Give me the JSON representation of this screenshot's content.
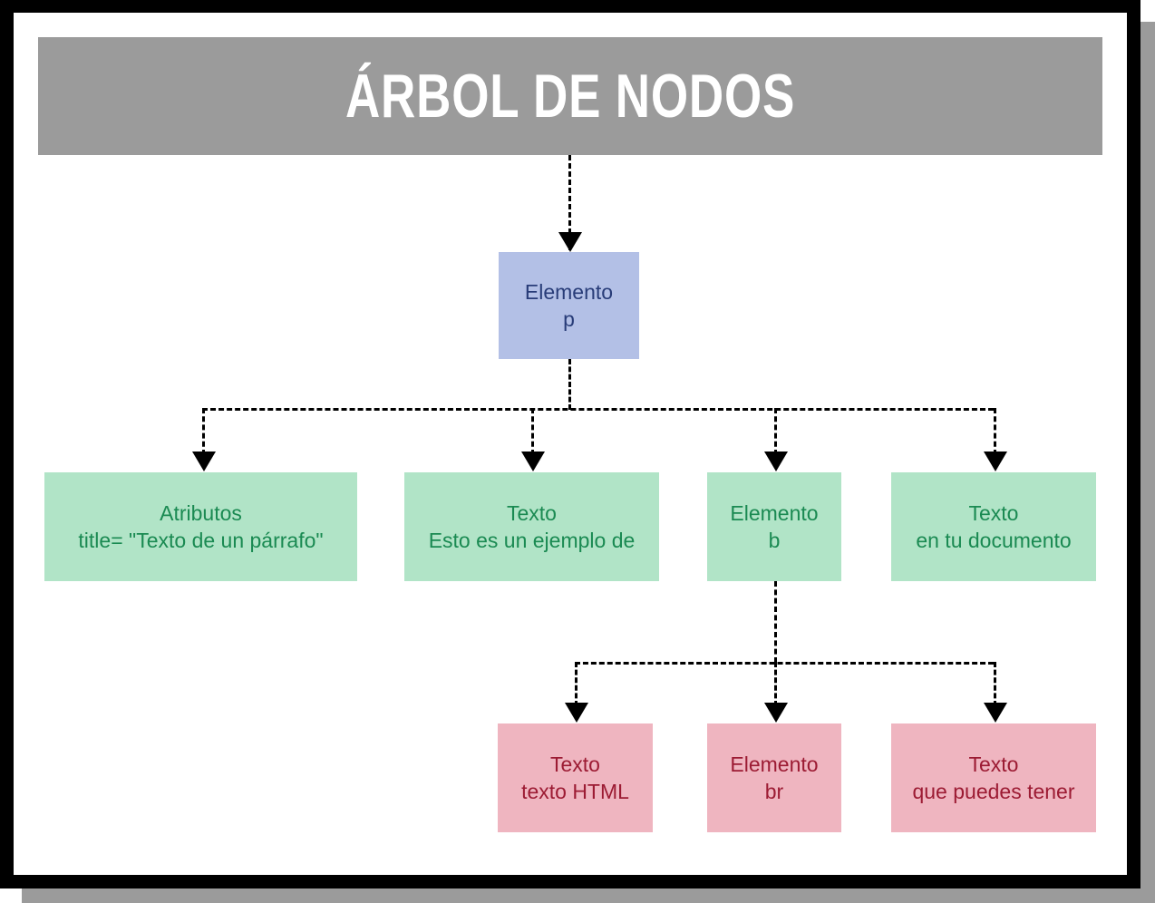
{
  "frame": {
    "border_color": "#000000",
    "shadow_color": "#9b9b9b",
    "canvas_color": "#ffffff"
  },
  "header": {
    "title": "ÁRBOL DE NODOS",
    "background": "#9b9b9b",
    "text_color": "#ffffff"
  },
  "palette": {
    "blue_fill": "#b3c0e6",
    "blue_text": "#283c78",
    "green_fill": "#b1e4c7",
    "green_text": "#1a8a52",
    "pink_fill": "#efb5c0",
    "pink_text": "#9c1b33",
    "connector": "#000000"
  },
  "tree": {
    "root": {
      "line1": "Elemento",
      "line2": "p",
      "level": "root",
      "color": "blue"
    },
    "level1": [
      {
        "line1": "Atributos",
        "line2": "title= \"Texto de un párrafo\"",
        "color": "green"
      },
      {
        "line1": "Texto",
        "line2": "Esto es un ejemplo de",
        "color": "green"
      },
      {
        "line1": "Elemento",
        "line2": "b",
        "color": "green"
      },
      {
        "line1": "Texto",
        "line2": "en tu documento",
        "color": "green"
      }
    ],
    "level2_parent": "Elemento b",
    "level2": [
      {
        "line1": "Texto",
        "line2": "texto HTML",
        "color": "pink"
      },
      {
        "line1": "Elemento",
        "line2": "br",
        "color": "pink"
      },
      {
        "line1": "Texto",
        "line2": "que puedes tener",
        "color": "pink"
      }
    ]
  }
}
